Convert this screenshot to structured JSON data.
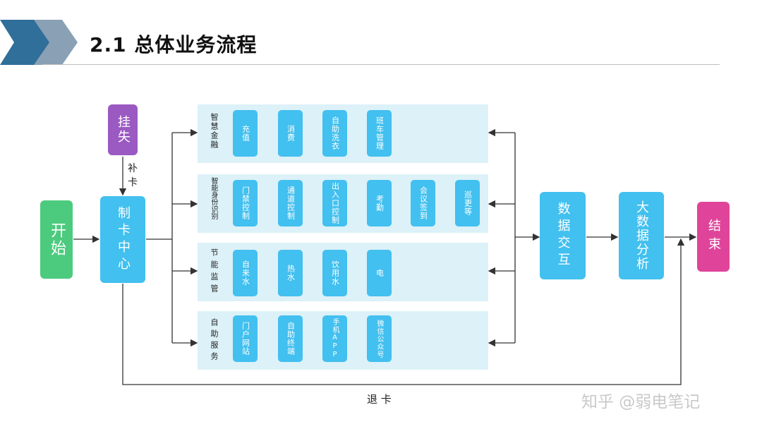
{
  "page": {
    "title": "2.1 总体业务流程"
  },
  "nodes": {
    "start": "开始",
    "lost": "挂失",
    "reissue": "补卡",
    "card_center": "制卡中心",
    "data_exchange": "数据交互",
    "big_data": "大数据分析",
    "end": "结束",
    "refund": "退 卡"
  },
  "panels": [
    {
      "label": "智慧金融",
      "items": [
        "充值",
        "消费",
        "自助洗衣",
        "班车管理"
      ]
    },
    {
      "label": "智能身份识别",
      "items": [
        "门禁控制",
        "通道控制",
        "出入口控制",
        "考勤",
        "会议签到",
        "巡更等"
      ]
    },
    {
      "label": "节能监管",
      "items": [
        "自来水",
        "热水",
        "饮用水",
        "电"
      ]
    },
    {
      "label": "自助服务",
      "items": [
        "门户网站",
        "自助终端",
        "手机APP",
        "微信公众号"
      ]
    }
  ],
  "watermark": "知乎 @弱电笔记",
  "colors": {
    "chevron_dark": "#2f6f9a",
    "chevron_light": "#8aa1b5",
    "start": "#4ccb7e",
    "lost": "#9b59c2",
    "card_center": "#42c0ef",
    "item": "#42c0ef",
    "panel_bg": "#dcf1f8",
    "end": "#e0449a",
    "line": "#333333"
  }
}
